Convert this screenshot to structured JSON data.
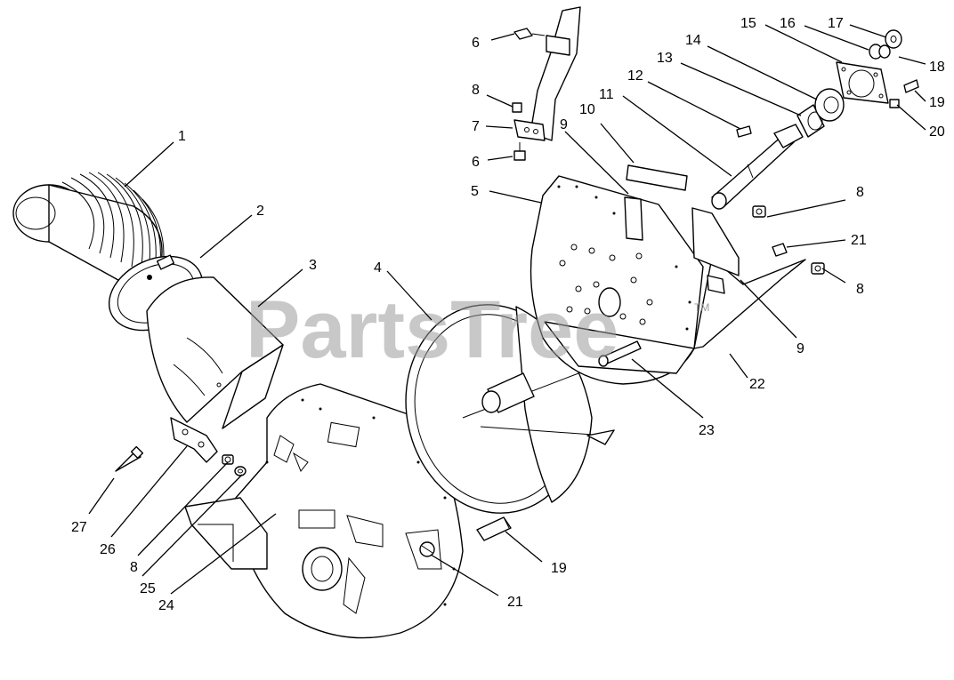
{
  "watermark": {
    "text": "PartsTree",
    "trademark": "TM"
  },
  "callouts": {
    "c1": "1",
    "c2": "2",
    "c3": "3",
    "c4": "4",
    "c5": "5",
    "c6a": "6",
    "c6b": "6",
    "c7": "7",
    "c8a": "8",
    "c8b": "8",
    "c8c": "8",
    "c8d": "8",
    "c9a": "9",
    "c9b": "9",
    "c10": "10",
    "c11": "11",
    "c12": "12",
    "c13": "13",
    "c14": "14",
    "c15": "15",
    "c16": "16",
    "c17": "17",
    "c18": "18",
    "c19a": "19",
    "c19b": "19",
    "c20": "20",
    "c21a": "21",
    "c21b": "21",
    "c22": "22",
    "c23": "23",
    "c24": "24",
    "c25": "25",
    "c26": "26",
    "c27": "27"
  }
}
